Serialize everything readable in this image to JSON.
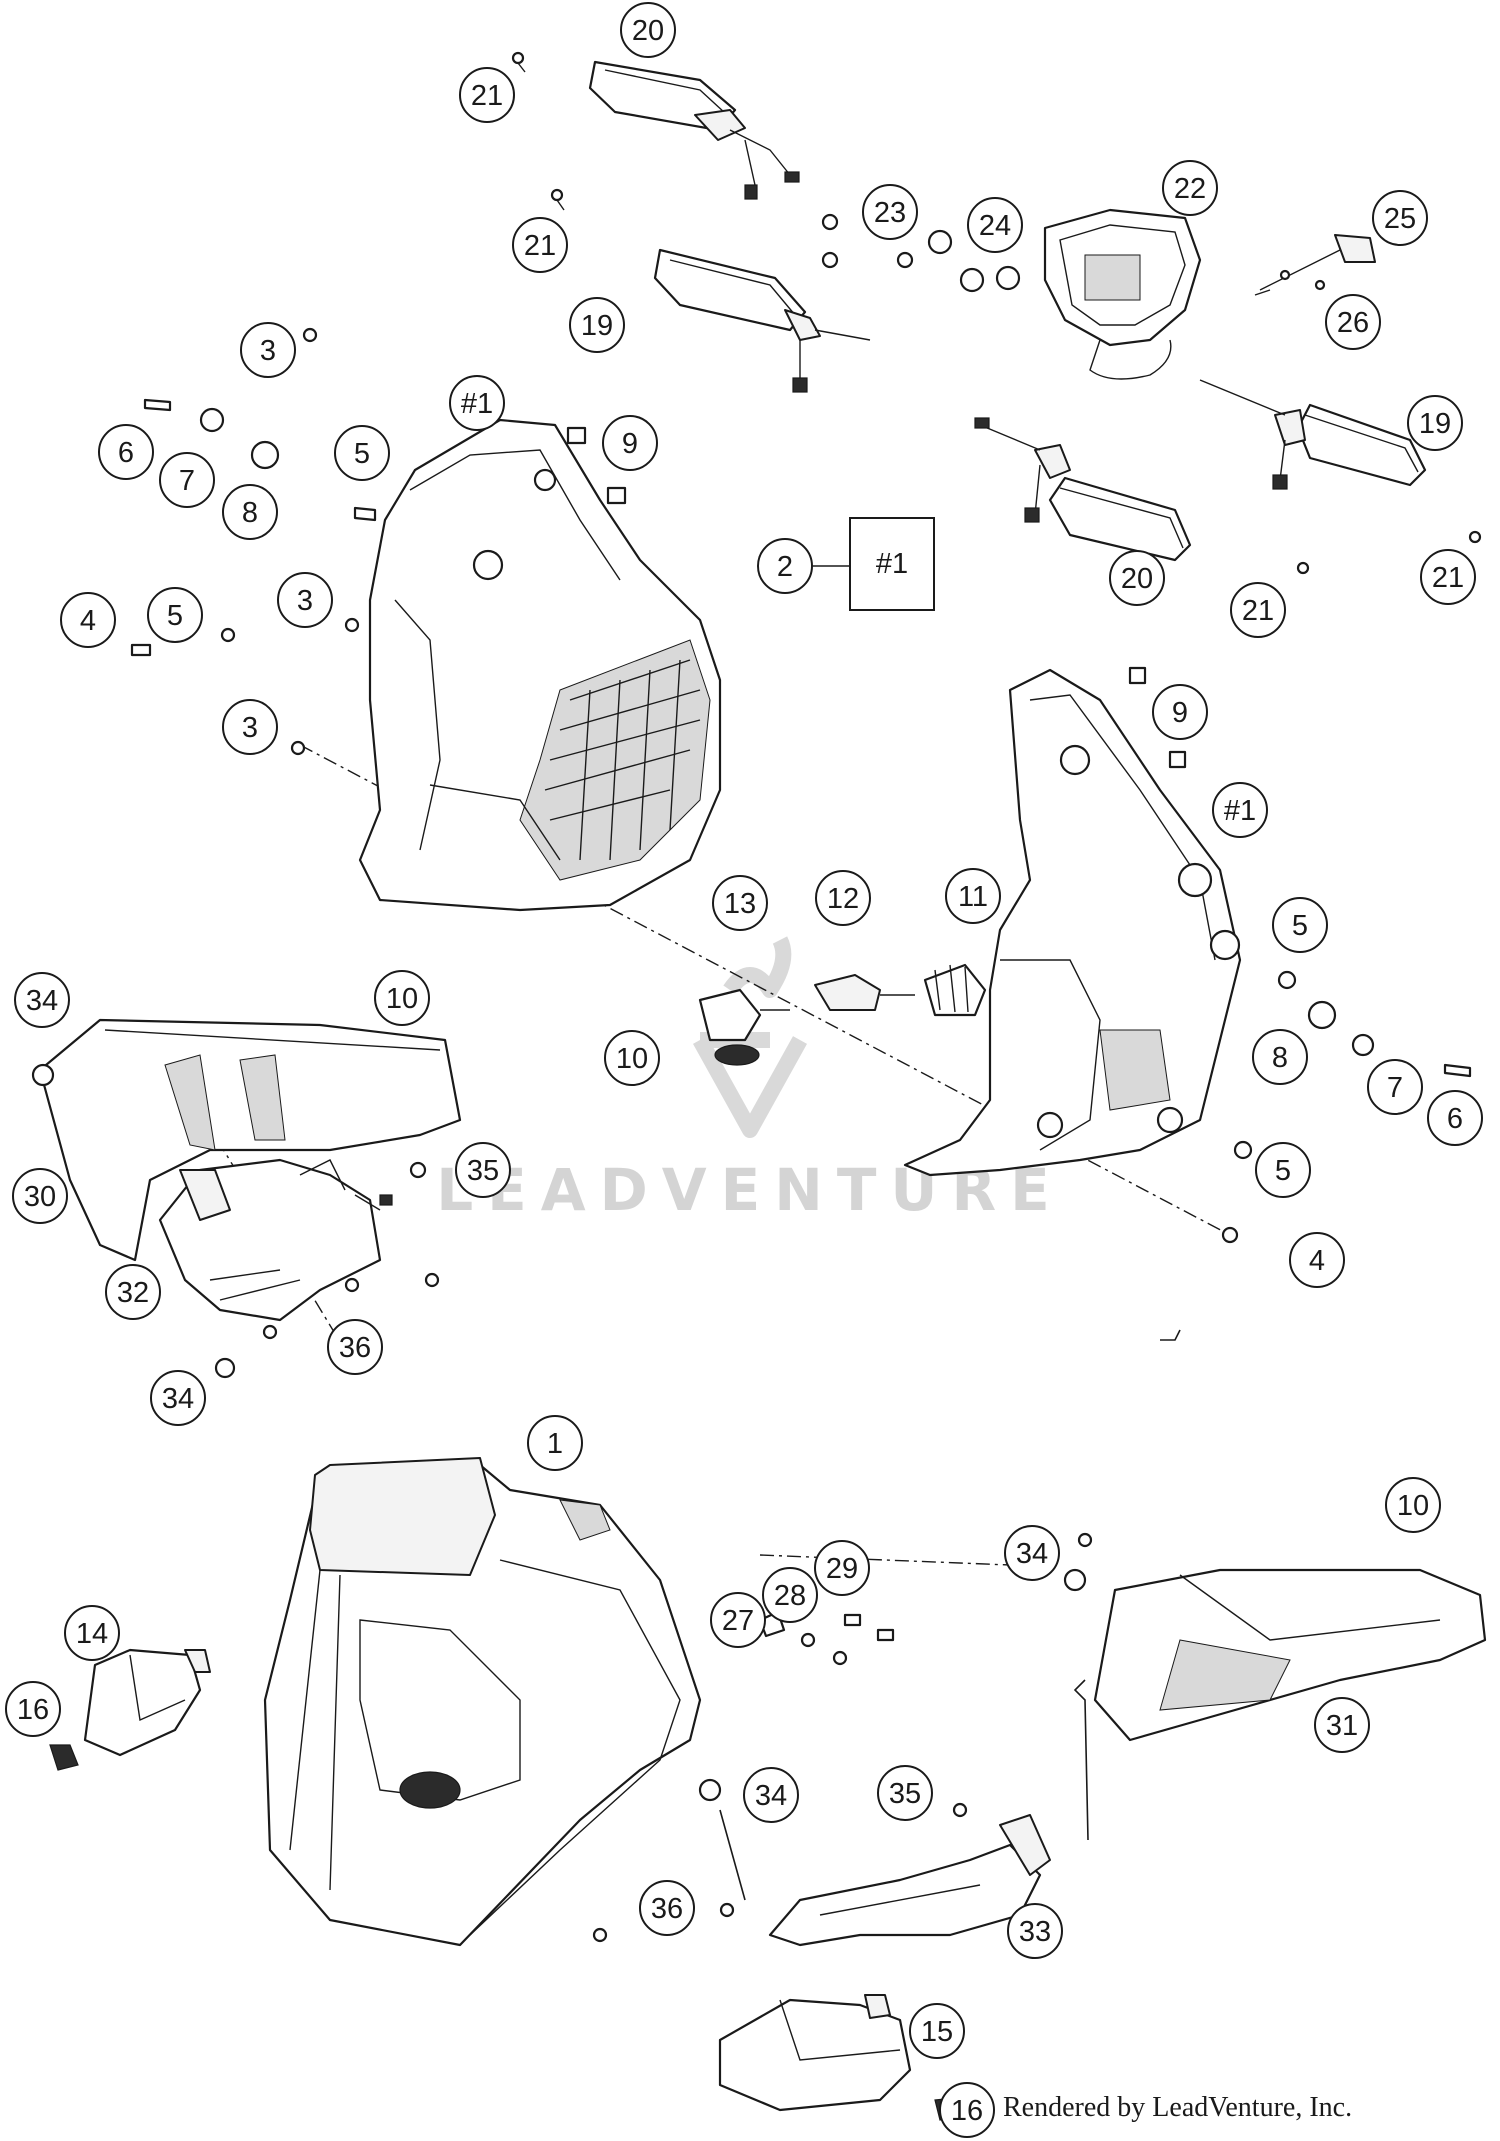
{
  "watermark": "LEADVENTURE",
  "credit": "Rendered by LeadVenture, Inc.",
  "assembly_box": {
    "ref": "2",
    "label": "#1"
  },
  "callouts": [
    {
      "label": "20"
    },
    {
      "label": "21"
    },
    {
      "label": "21"
    },
    {
      "label": "23"
    },
    {
      "label": "24"
    },
    {
      "label": "22"
    },
    {
      "label": "25"
    },
    {
      "label": "26"
    },
    {
      "label": "19"
    },
    {
      "label": "19"
    },
    {
      "label": "20"
    },
    {
      "label": "21"
    },
    {
      "label": "21"
    },
    {
      "label": "3"
    },
    {
      "label": "#1"
    },
    {
      "label": "9"
    },
    {
      "label": "6"
    },
    {
      "label": "7"
    },
    {
      "label": "8"
    },
    {
      "label": "5"
    },
    {
      "label": "3"
    },
    {
      "label": "4"
    },
    {
      "label": "5"
    },
    {
      "label": "3"
    },
    {
      "label": "9"
    },
    {
      "label": "#1"
    },
    {
      "label": "13"
    },
    {
      "label": "12"
    },
    {
      "label": "11"
    },
    {
      "label": "5"
    },
    {
      "label": "10"
    },
    {
      "label": "8"
    },
    {
      "label": "7"
    },
    {
      "label": "6"
    },
    {
      "label": "34"
    },
    {
      "label": "10"
    },
    {
      "label": "35"
    },
    {
      "label": "30"
    },
    {
      "label": "32"
    },
    {
      "label": "36"
    },
    {
      "label": "34"
    },
    {
      "label": "5"
    },
    {
      "label": "4"
    },
    {
      "label": "1"
    },
    {
      "label": "10"
    },
    {
      "label": "34"
    },
    {
      "label": "29"
    },
    {
      "label": "28"
    },
    {
      "label": "27"
    },
    {
      "label": "14"
    },
    {
      "label": "16"
    },
    {
      "label": "31"
    },
    {
      "label": "34"
    },
    {
      "label": "35"
    },
    {
      "label": "36"
    },
    {
      "label": "33"
    },
    {
      "label": "15"
    },
    {
      "label": "16"
    }
  ]
}
